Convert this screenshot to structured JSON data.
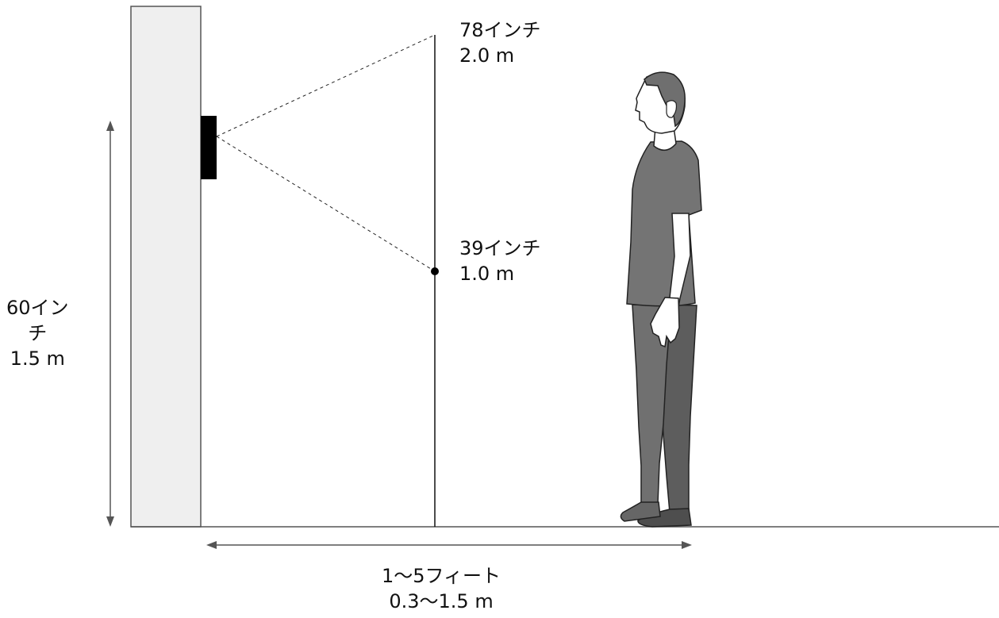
{
  "diagram": {
    "top_marker": {
      "line1": "78インチ",
      "line2": "2.0 m"
    },
    "mid_marker": {
      "line1": "39インチ",
      "line2": "1.0 m"
    },
    "height_marker": {
      "line1": "60イン",
      "line2": "チ",
      "line3": "1.5 m"
    },
    "distance_marker": {
      "line1": "1〜5フィート",
      "line2": "0.3〜1.5 m"
    },
    "colors": {
      "wall": "#efefef",
      "wall_outline": "#555555",
      "device": "#000000",
      "person": "#6e6e6e",
      "person_outline": "#222222",
      "arrow": "#555555",
      "floor": "#555555"
    }
  }
}
